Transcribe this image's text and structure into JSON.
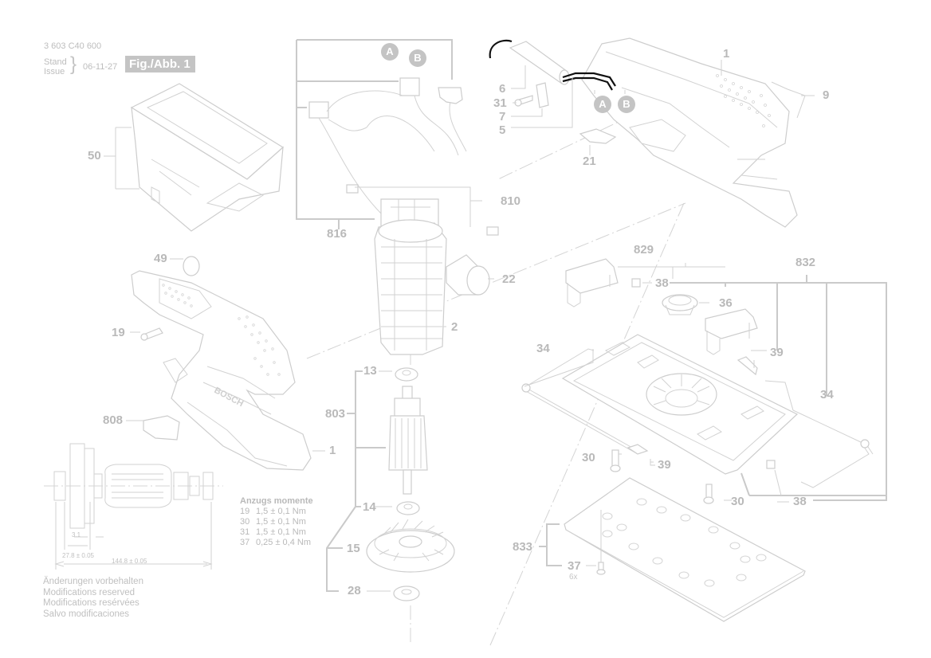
{
  "header": {
    "part_number": "3 603 C40 600",
    "stand_label": "Stand",
    "issue_label": "Issue",
    "date": "06-11-27",
    "figure_label": "Fig./Abb. 1"
  },
  "connector_markers": [
    "A",
    "B"
  ],
  "callouts": {
    "c1_top": "1",
    "c9": "9",
    "c6": "6",
    "c31": "31",
    "c7": "7",
    "c5": "5",
    "c21": "21",
    "c50": "50",
    "c816": "816",
    "c810": "810",
    "c22": "22",
    "c49": "49",
    "c19": "19",
    "c2": "2",
    "c13": "13",
    "c803": "803",
    "c1_bottom": "1",
    "c808": "808",
    "c14": "14",
    "c15": "15",
    "c28": "28",
    "c829": "829",
    "c832": "832",
    "c38_top": "38",
    "c36": "36",
    "c39_right": "39",
    "c34_left": "34",
    "c34_right": "34",
    "c30_left": "30",
    "c39_bottom": "39",
    "c30_right": "30",
    "c38_bottom": "38",
    "c833": "833",
    "c37": "37",
    "c37_qty": "6x"
  },
  "torque_table": {
    "title": "Anzugs momente",
    "rows": [
      {
        "part": "19",
        "value": "1,5 ± 0,1 Nm"
      },
      {
        "part": "30",
        "value": "1,5 ± 0,1 Nm"
      },
      {
        "part": "31",
        "value": "1,5 ± 0,1 Nm"
      },
      {
        "part": "37",
        "value": "0,25 ± 0,4 Nm"
      }
    ]
  },
  "armature_dimensions": {
    "d1": "3.1",
    "d2": "27.8 ± 0.05",
    "d3": "144.8 ± 0.05"
  },
  "notes": [
    "Änderungen vorbehalten",
    "Modifications reserved",
    "Modifications resérvées",
    "Salvo modificaciones"
  ]
}
